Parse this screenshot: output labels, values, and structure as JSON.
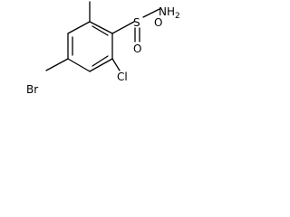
{
  "structure": {
    "atoms": {
      "sulfur": "S",
      "amine": "NH",
      "amine_subscript": "2",
      "oxygen_top": "O",
      "oxygen_bottom": "O",
      "bromine": "Br",
      "chlorine": "Cl"
    },
    "colors": {
      "bond": "#000000",
      "label": "#000000",
      "background": "#ffffff"
    }
  }
}
